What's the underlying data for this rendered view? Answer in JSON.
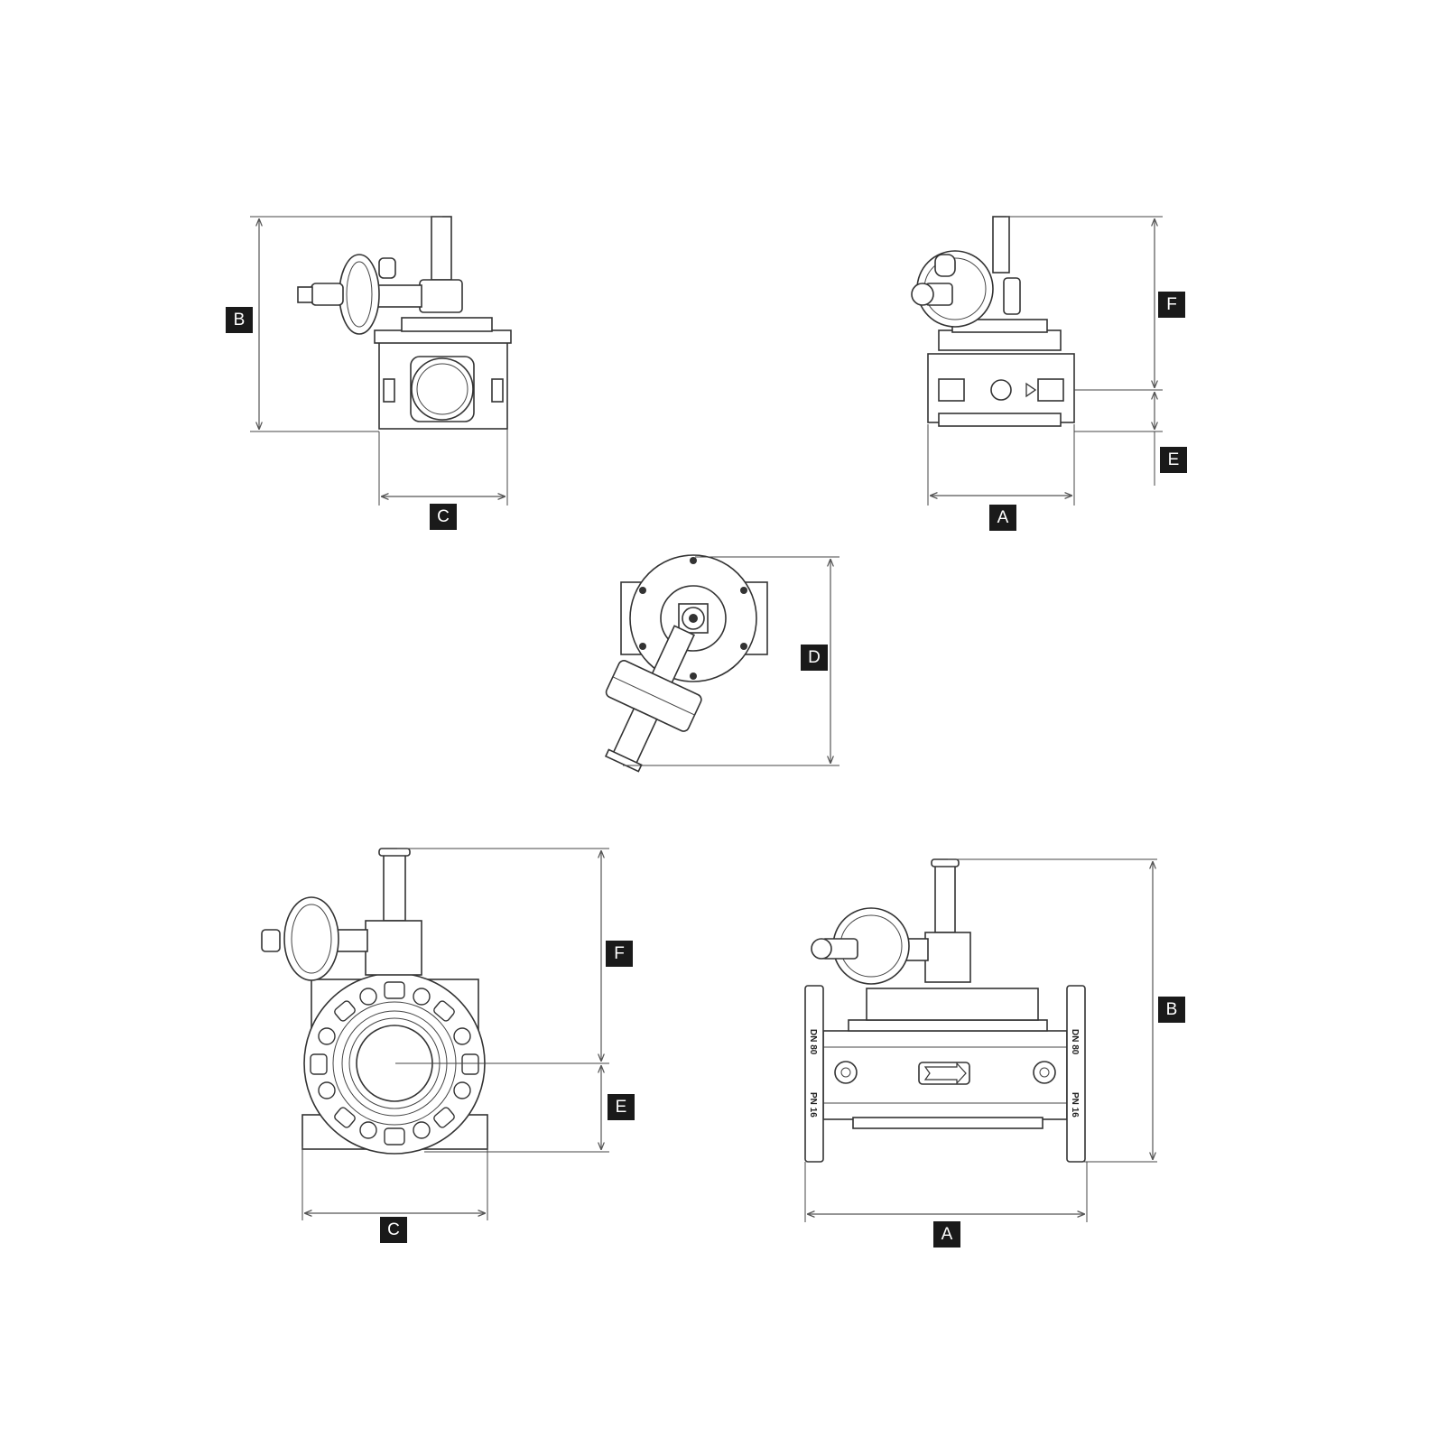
{
  "labels": {
    "top_left_height": "B",
    "top_left_width": "C",
    "top_right_upper": "F",
    "top_right_lower": "E",
    "top_right_width": "A",
    "middle_depth": "D",
    "bottom_left_upper": "F",
    "bottom_left_lower": "E",
    "bottom_left_width": "C",
    "bottom_right_height": "B",
    "bottom_right_width": "A"
  },
  "flange_text": {
    "nominal_diameter": "DN 80",
    "pressure_rating": "PN 16"
  },
  "colors": {
    "label_bg": "#1a1a1a",
    "label_text": "#ffffff",
    "line": "#333333"
  }
}
